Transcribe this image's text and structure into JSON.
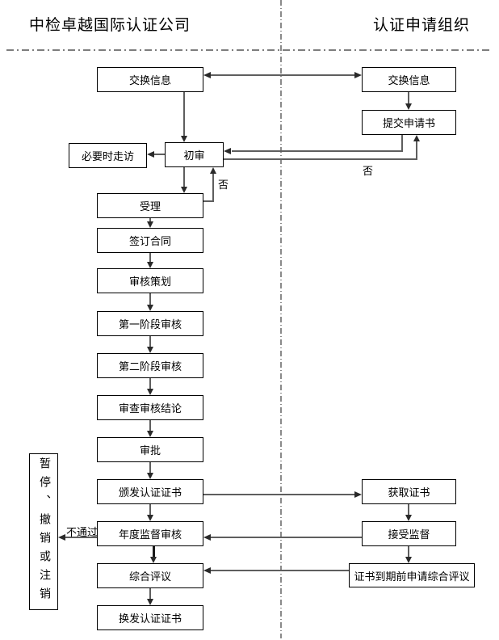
{
  "header": {
    "left": "中检卓越国际认证公司",
    "right": "认证申请组织"
  },
  "nodes": {
    "exchange_left": "交换信息",
    "exchange_right": "交换信息",
    "submit_application": "提交申请书",
    "visit_if_needed": "必要时走访",
    "initial_review": "初审",
    "acceptance": "受理",
    "sign_contract": "签订合同",
    "audit_planning": "审核策划",
    "stage1_audit": "第一阶段审核",
    "stage2_audit": "第二阶段审核",
    "review_conclusion": "审查审核结论",
    "approval": "审批",
    "issue_certificate": "颁发认证证书",
    "annual_surveillance": "年度监督审核",
    "comprehensive_review": "综合评议",
    "reissue_certificate": "换发认证证书",
    "obtain_certificate": "获取证书",
    "accept_surveillance": "接受监督",
    "apply_before_expiry": "证书到期前申请综合评议",
    "suspend_revoke": "暂停、撤销或注销"
  },
  "labels": {
    "no_initial_to_submit": "否",
    "no_acceptance_to_initial": "否",
    "fail": "不通过"
  },
  "colors": {
    "line": "#5e5e5e",
    "border": "#000000",
    "background": "#ffffff",
    "text": "#000000"
  },
  "edges": [
    {
      "from": "exchange_left",
      "to": "exchange_right",
      "type": "double-arrow"
    },
    {
      "from": "exchange_right",
      "to": "submit_application"
    },
    {
      "from": "exchange_left",
      "to": "initial_review"
    },
    {
      "from": "submit_application",
      "to": "initial_review"
    },
    {
      "from": "initial_review",
      "to": "submit_application",
      "label": "否"
    },
    {
      "from": "initial_review",
      "to": "visit_if_needed"
    },
    {
      "from": "initial_review",
      "to": "acceptance"
    },
    {
      "from": "acceptance",
      "to": "initial_review",
      "label": "否"
    },
    {
      "from": "acceptance",
      "to": "sign_contract"
    },
    {
      "from": "sign_contract",
      "to": "audit_planning"
    },
    {
      "from": "audit_planning",
      "to": "stage1_audit"
    },
    {
      "from": "stage1_audit",
      "to": "stage2_audit"
    },
    {
      "from": "stage2_audit",
      "to": "review_conclusion"
    },
    {
      "from": "review_conclusion",
      "to": "approval"
    },
    {
      "from": "approval",
      "to": "issue_certificate"
    },
    {
      "from": "issue_certificate",
      "to": "obtain_certificate"
    },
    {
      "from": "issue_certificate",
      "to": "annual_surveillance"
    },
    {
      "from": "obtain_certificate",
      "to": "accept_surveillance"
    },
    {
      "from": "accept_surveillance",
      "to": "annual_surveillance"
    },
    {
      "from": "annual_surveillance",
      "to": "suspend_revoke",
      "label": "不通过"
    },
    {
      "from": "annual_surveillance",
      "to": "comprehensive_review"
    },
    {
      "from": "accept_surveillance",
      "to": "apply_before_expiry"
    },
    {
      "from": "apply_before_expiry",
      "to": "comprehensive_review"
    },
    {
      "from": "comprehensive_review",
      "to": "reissue_certificate"
    }
  ]
}
